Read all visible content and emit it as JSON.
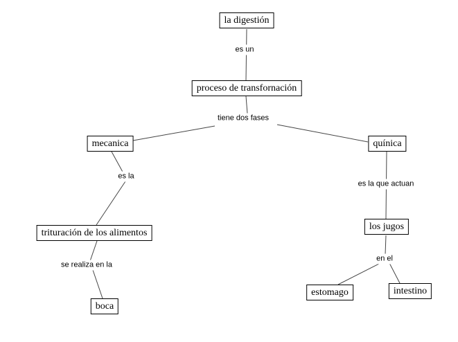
{
  "canvas": {
    "background_color": "#ffffff",
    "box_border_color": "#000000",
    "box_fill_color": "#ffffff",
    "line_color": "#444444",
    "text_color": "#000000"
  },
  "concept_map": {
    "concepts": [
      {
        "id": "la-digestion",
        "label": "la digestión"
      },
      {
        "id": "proceso",
        "label": "proceso de transfornación"
      },
      {
        "id": "mecanica",
        "label": "mecanica"
      },
      {
        "id": "quinica",
        "label": "quínica"
      },
      {
        "id": "trituracion",
        "label": "trituración de los alimentos"
      },
      {
        "id": "boca",
        "label": "boca"
      },
      {
        "id": "los-jugos",
        "label": "los jugos"
      },
      {
        "id": "estomago",
        "label": "estomago"
      },
      {
        "id": "intestino",
        "label": "intestino"
      }
    ],
    "link_labels": [
      {
        "id": "es-un",
        "label": "es un"
      },
      {
        "id": "tiene-dos-fases",
        "label": "tiene dos fases"
      },
      {
        "id": "es-la",
        "label": "es la"
      },
      {
        "id": "es-la-que-actuan",
        "label": "es la que actuan"
      },
      {
        "id": "se-realiza-en-la",
        "label": "se realiza en la"
      },
      {
        "id": "en-el",
        "label": "en el"
      }
    ],
    "edges": [
      {
        "from": "la digestión",
        "label": "es un",
        "to": "proceso de transfornación"
      },
      {
        "from": "proceso de transfornación",
        "label": "tiene dos fases",
        "to": "mecanica"
      },
      {
        "from": "proceso de transfornación",
        "label": "tiene dos fases",
        "to": "quínica"
      },
      {
        "from": "mecanica",
        "label": "es la",
        "to": "trituración de los alimentos"
      },
      {
        "from": "trituración de los alimentos",
        "label": "se realiza en la",
        "to": "boca"
      },
      {
        "from": "quínica",
        "label": "es la que actuan",
        "to": "los jugos"
      },
      {
        "from": "los jugos",
        "label": "en el",
        "to": "estomago"
      },
      {
        "from": "los jugos",
        "label": "en el",
        "to": "intestino"
      }
    ]
  }
}
